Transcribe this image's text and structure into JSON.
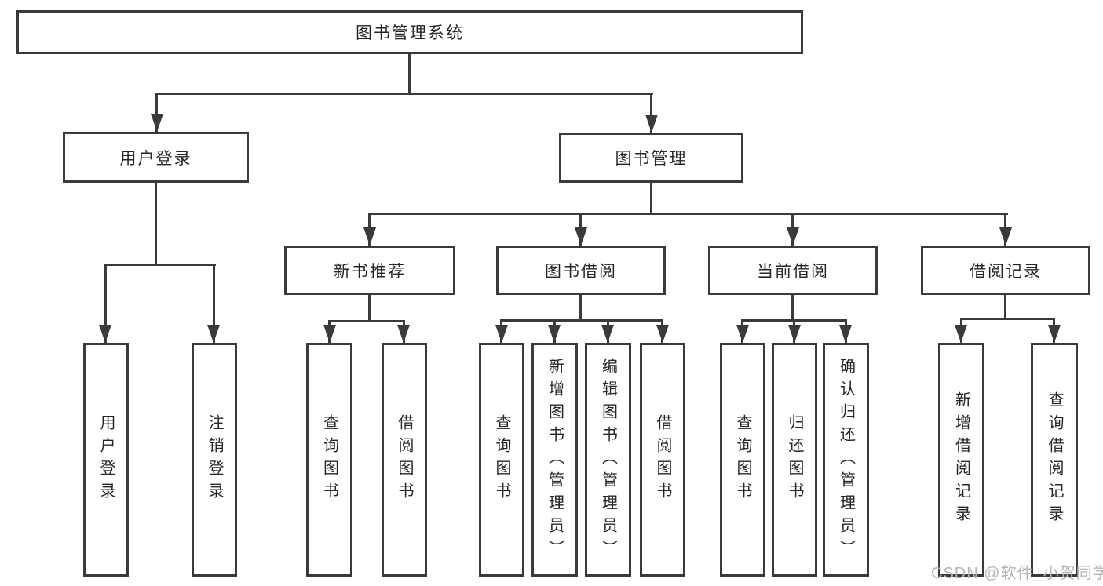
{
  "diagram": {
    "title": {
      "label": "图书管理系统"
    },
    "level2": [
      {
        "label": "用户登录"
      },
      {
        "label": "图书管理"
      }
    ],
    "level3": [
      {
        "label": "新书推荐"
      },
      {
        "label": "图书借阅"
      },
      {
        "label": "当前借阅"
      },
      {
        "label": "借阅记录"
      }
    ],
    "leaves": {
      "user_login": [
        {
          "label": "用户登录"
        },
        {
          "label": "注销登录"
        }
      ],
      "new_book_recommend": [
        {
          "label": "查询图书"
        },
        {
          "label": "借阅图书"
        }
      ],
      "book_borrow": [
        {
          "label": "查询图书"
        },
        {
          "label": "新增图书（管理员）"
        },
        {
          "label": "编辑图书（管理员）"
        },
        {
          "label": "借阅图书"
        }
      ],
      "current_borrow": [
        {
          "label": "查询图书"
        },
        {
          "label": "归还图书"
        },
        {
          "label": "确认归还（管理员）"
        }
      ],
      "borrow_records": [
        {
          "label": "新增借阅记录"
        },
        {
          "label": "查询借阅记录"
        }
      ]
    },
    "watermark": "CSDN @软件_小贺同学",
    "colors": {
      "line": "#3a3a3a",
      "text": "#262626",
      "watermark": "#b5b5b5",
      "background": "#ffffff"
    }
  }
}
